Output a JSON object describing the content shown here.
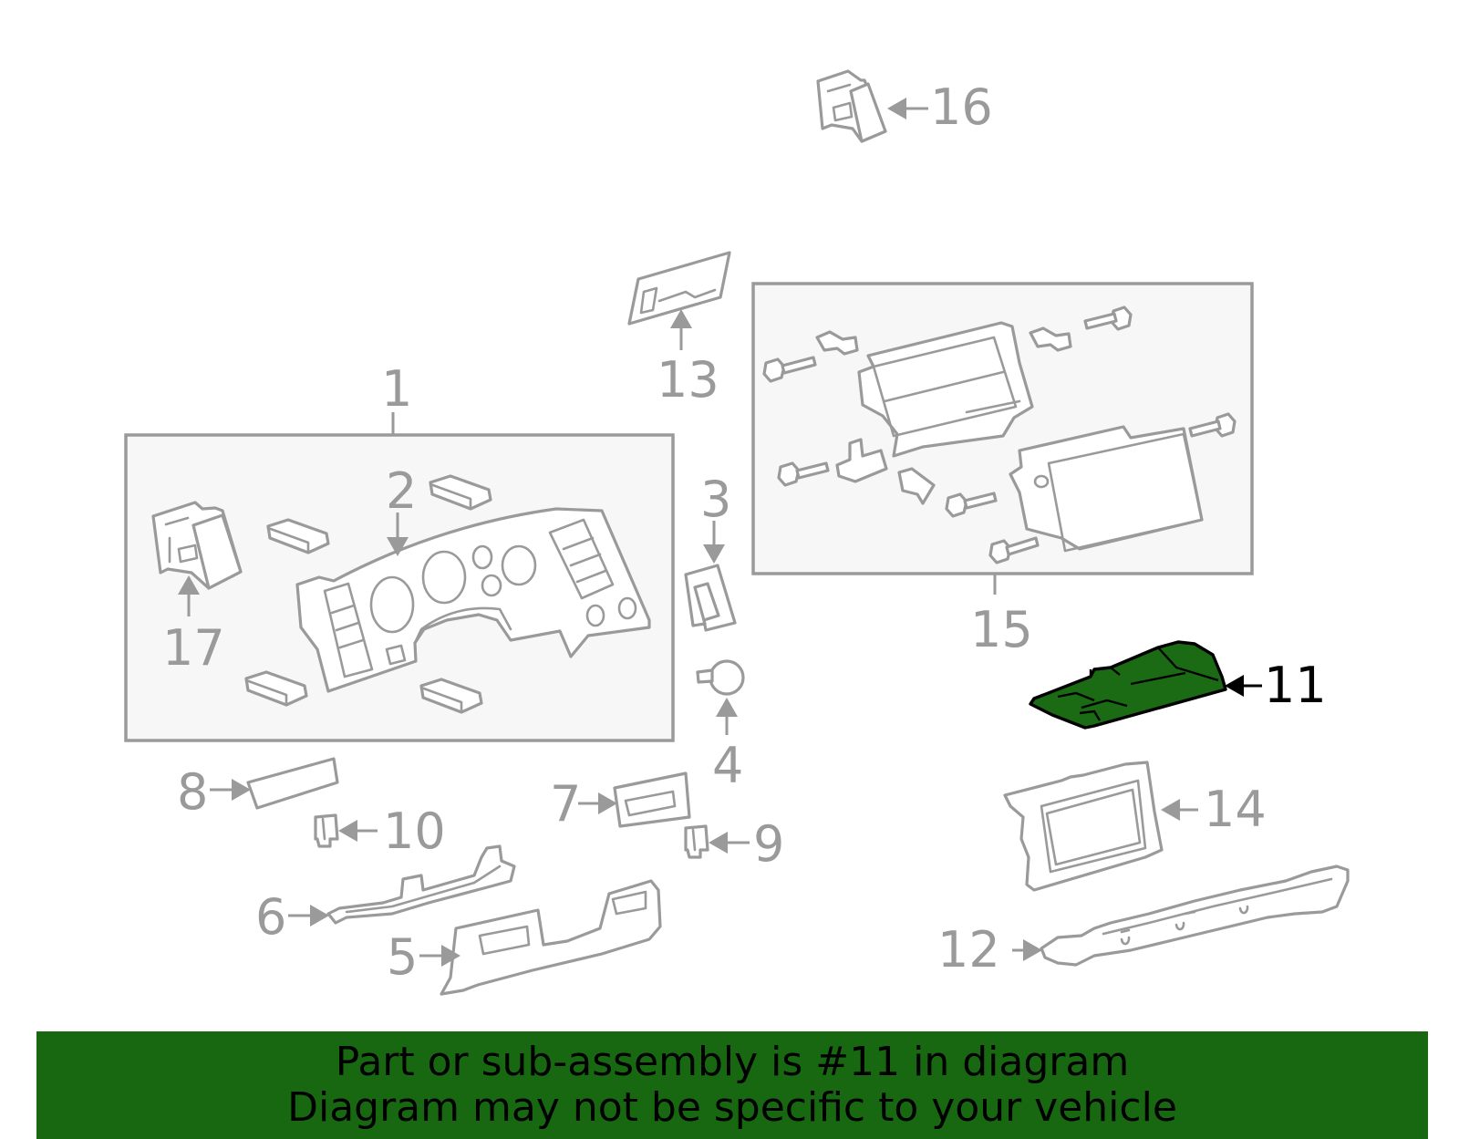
{
  "callouts": {
    "c1": "1",
    "c2": "2",
    "c3": "3",
    "c4": "4",
    "c5": "5",
    "c6": "6",
    "c7": "7",
    "c8": "8",
    "c9": "9",
    "c10": "10",
    "c11": "11",
    "c12": "12",
    "c13": "13",
    "c14": "14",
    "c15": "15",
    "c16": "16",
    "c17": "17"
  },
  "highlight": {
    "part": "11",
    "color": "#1a6b14"
  },
  "colors": {
    "line": "#9a9a9a",
    "banner": "#176811",
    "banner_text": "#000000"
  },
  "banner": {
    "line1": "Part or sub-assembly is #11 in diagram",
    "line2": "Diagram may not be specific to your vehicle"
  }
}
